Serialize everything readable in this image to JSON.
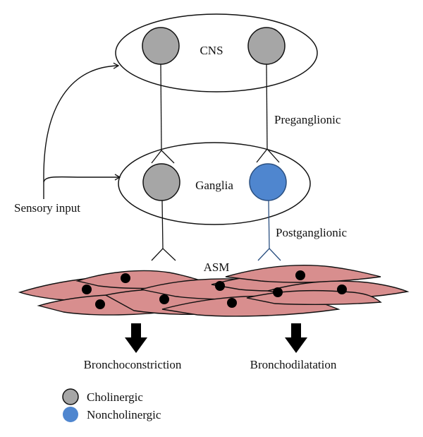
{
  "title": "Autonomic innervation of airway smooth muscle",
  "labels": {
    "cns": "CNS",
    "ganglia": "Ganglia",
    "preganglionic": "Preganglionic",
    "postganglionic": "Postganglionic",
    "asm": "ASM",
    "sensory_input": "Sensory input",
    "bronchoconstriction": "Bronchoconstriction",
    "bronchodilatation": "Bronchodilatation"
  },
  "legend": [
    {
      "label": "Cholinergic",
      "color": "#a6a6a6"
    },
    {
      "label": "Noncholinergic",
      "color": "#4f86cf"
    }
  ],
  "colors": {
    "cholinergic": "#a6a6a6",
    "noncholinergic": "#4f86cf",
    "noncholinergic_stroke": "#2a4f80",
    "muscle_fill": "#d88e8e",
    "outline": "#111111"
  }
}
